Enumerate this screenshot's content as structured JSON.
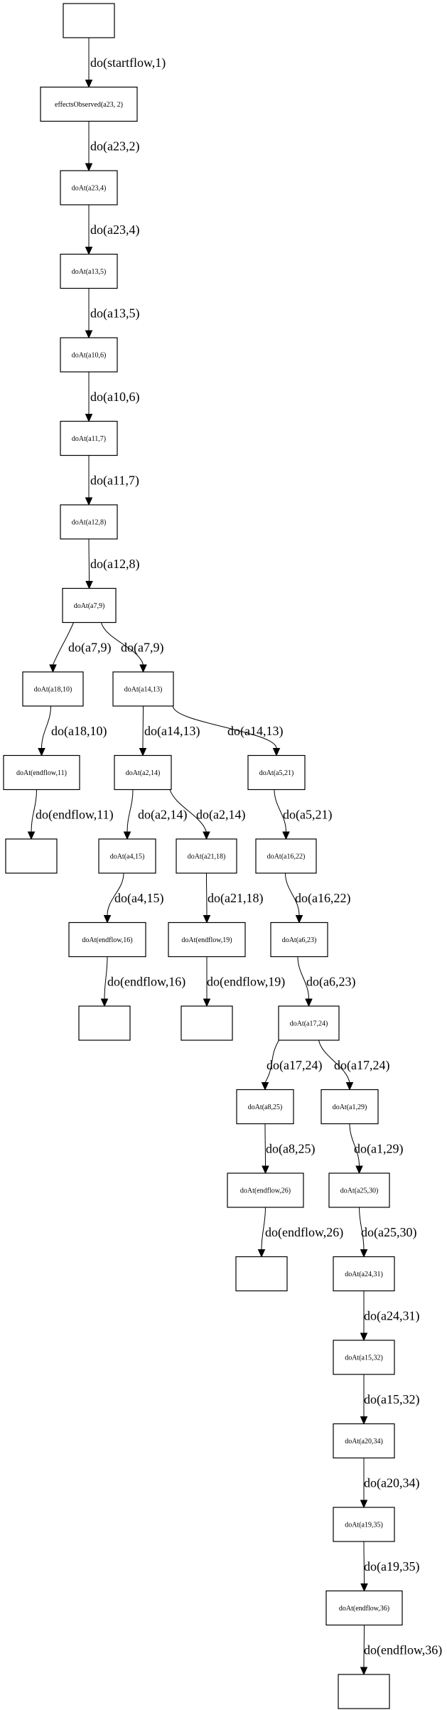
{
  "diagram": {
    "type": "directed-tree",
    "nodes": [
      {
        "id": "n0",
        "label": ""
      },
      {
        "id": "n1",
        "label": "effectsObserved(a23, 2)"
      },
      {
        "id": "n2",
        "label": "doAt(a23,4)"
      },
      {
        "id": "n3",
        "label": "doAt(a13,5)"
      },
      {
        "id": "n4",
        "label": "doAt(a10,6)"
      },
      {
        "id": "n5",
        "label": "doAt(a11,7)"
      },
      {
        "id": "n6",
        "label": "doAt(a12,8)"
      },
      {
        "id": "n7",
        "label": "doAt(a7,9)"
      },
      {
        "id": "n8",
        "label": "doAt(a18,10)"
      },
      {
        "id": "n9",
        "label": "doAt(a14,13)"
      },
      {
        "id": "n10",
        "label": "doAt(endflow,11)"
      },
      {
        "id": "n11",
        "label": "doAt(a2,14)"
      },
      {
        "id": "n12",
        "label": "doAt(a5,21)"
      },
      {
        "id": "n13",
        "label": ""
      },
      {
        "id": "n14",
        "label": "doAt(a4,15)"
      },
      {
        "id": "n15",
        "label": "doAt(a21,18)"
      },
      {
        "id": "n16",
        "label": "doAt(a16,22)"
      },
      {
        "id": "n17",
        "label": "doAt(endflow,16)"
      },
      {
        "id": "n18",
        "label": "doAt(endflow,19)"
      },
      {
        "id": "n19",
        "label": "doAt(a6,23)"
      },
      {
        "id": "n20",
        "label": ""
      },
      {
        "id": "n21",
        "label": ""
      },
      {
        "id": "n22",
        "label": "doAt(a17,24)"
      },
      {
        "id": "n23",
        "label": "doAt(a8,25)"
      },
      {
        "id": "n24",
        "label": "doAt(a1,29)"
      },
      {
        "id": "n25",
        "label": "doAt(endflow,26)"
      },
      {
        "id": "n26",
        "label": "doAt(a25,30)"
      },
      {
        "id": "n27",
        "label": ""
      },
      {
        "id": "n28",
        "label": "doAt(a24,31)"
      },
      {
        "id": "n29",
        "label": "doAt(a15,32)"
      },
      {
        "id": "n30",
        "label": "doAt(a20,34)"
      },
      {
        "id": "n31",
        "label": "doAt(a19,35)"
      },
      {
        "id": "n32",
        "label": "doAt(endflow,36)"
      },
      {
        "id": "n33",
        "label": ""
      }
    ],
    "edges": [
      {
        "from": "n0",
        "to": "n1",
        "label": "do(startflow,1)"
      },
      {
        "from": "n1",
        "to": "n2",
        "label": "do(a23,2)"
      },
      {
        "from": "n2",
        "to": "n3",
        "label": "do(a23,4)"
      },
      {
        "from": "n3",
        "to": "n4",
        "label": "do(a13,5)"
      },
      {
        "from": "n4",
        "to": "n5",
        "label": "do(a10,6)"
      },
      {
        "from": "n5",
        "to": "n6",
        "label": "do(a11,7)"
      },
      {
        "from": "n6",
        "to": "n7",
        "label": "do(a12,8)"
      },
      {
        "from": "n7",
        "to": "n8",
        "label": "do(a7,9)"
      },
      {
        "from": "n7",
        "to": "n9",
        "label": "do(a7,9)"
      },
      {
        "from": "n8",
        "to": "n10",
        "label": "do(a18,10)"
      },
      {
        "from": "n9",
        "to": "n11",
        "label": "do(a14,13)"
      },
      {
        "from": "n9",
        "to": "n12",
        "label": "do(a14,13)"
      },
      {
        "from": "n10",
        "to": "n13",
        "label": "do(endflow,11)"
      },
      {
        "from": "n11",
        "to": "n14",
        "label": "do(a2,14)"
      },
      {
        "from": "n11",
        "to": "n15",
        "label": "do(a2,14)"
      },
      {
        "from": "n12",
        "to": "n16",
        "label": "do(a5,21)"
      },
      {
        "from": "n14",
        "to": "n17",
        "label": "do(a4,15)"
      },
      {
        "from": "n15",
        "to": "n18",
        "label": "do(a21,18)"
      },
      {
        "from": "n16",
        "to": "n19",
        "label": "do(a16,22)"
      },
      {
        "from": "n17",
        "to": "n20",
        "label": "do(endflow,16)"
      },
      {
        "from": "n18",
        "to": "n21",
        "label": "do(endflow,19)"
      },
      {
        "from": "n19",
        "to": "n22",
        "label": "do(a6,23)"
      },
      {
        "from": "n22",
        "to": "n23",
        "label": "do(a17,24)"
      },
      {
        "from": "n22",
        "to": "n24",
        "label": "do(a17,24)"
      },
      {
        "from": "n23",
        "to": "n25",
        "label": "do(a8,25)"
      },
      {
        "from": "n24",
        "to": "n26",
        "label": "do(a1,29)"
      },
      {
        "from": "n25",
        "to": "n27",
        "label": "do(endflow,26)"
      },
      {
        "from": "n26",
        "to": "n28",
        "label": "do(a25,30)"
      },
      {
        "from": "n28",
        "to": "n29",
        "label": "do(a24,31)"
      },
      {
        "from": "n29",
        "to": "n30",
        "label": "do(a15,32)"
      },
      {
        "from": "n30",
        "to": "n31",
        "label": "do(a20,34)"
      },
      {
        "from": "n31",
        "to": "n32",
        "label": "do(a19,35)"
      },
      {
        "from": "n32",
        "to": "n33",
        "label": "do(endflow,36)"
      }
    ]
  }
}
